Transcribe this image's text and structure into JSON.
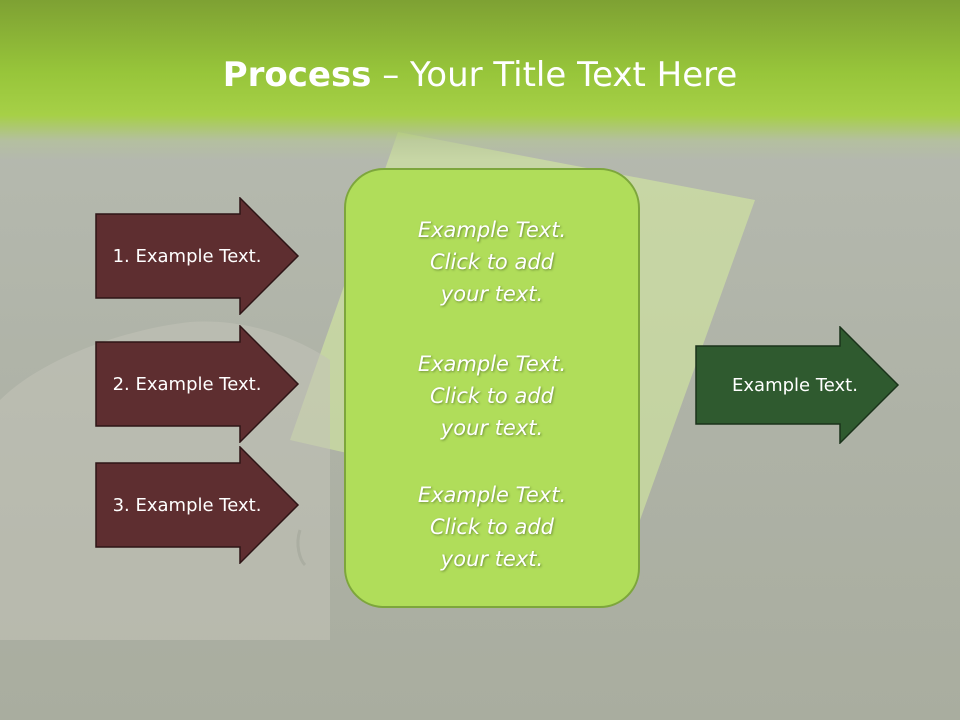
{
  "title": {
    "bold": "Process",
    "rest": " – Your Title Text Here"
  },
  "left_arrows": [
    {
      "label": "1. Example Text."
    },
    {
      "label": "2. Example Text."
    },
    {
      "label": "3. Example Text."
    }
  ],
  "center_blocks": [
    {
      "line1": "Example Text.",
      "line2": "Click  to add",
      "line3": "your text."
    },
    {
      "line1": "Example Text.",
      "line2": "Click  to add",
      "line3": "your text."
    },
    {
      "line1": "Example Text.",
      "line2": "Click  to add",
      "line3": "your text."
    }
  ],
  "right_arrow": {
    "label": "Example Text."
  },
  "colors": {
    "header_green": "#97c53a",
    "left_arrow_fill": "#5e2e30",
    "center_box_fill": "#b0dd5a",
    "right_arrow_fill": "#2f5a2f"
  }
}
